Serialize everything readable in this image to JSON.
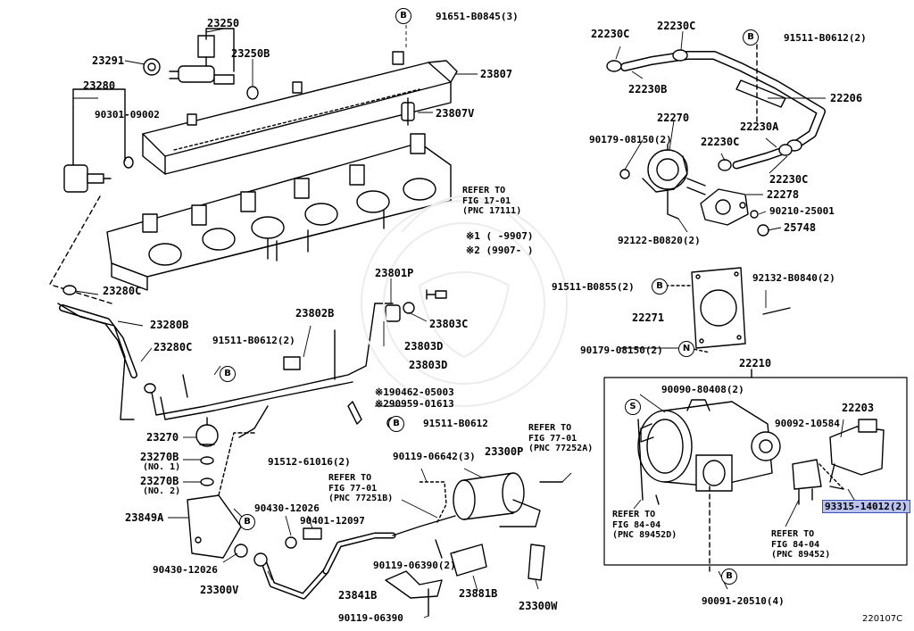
{
  "diagram": {
    "figure_code": "220107C",
    "parts": {
      "p23250": "23250",
      "p23291": "23291",
      "p23250b": "23250B",
      "p23280": "23280",
      "p90301": "90301-09002",
      "p23807": "23807",
      "p23807v": "23807V",
      "p91651": "91651-B0845(3)",
      "p23280c_a": "23280C",
      "p23280b": "23280B",
      "p23280c_b": "23280C",
      "p23801p": "23801P",
      "p23803c": "23803C",
      "p23803d_a": "23803D",
      "p23803d_b": "23803D",
      "p23802b": "23802B",
      "p91511_b0612_2a": "91511-B0612(2)",
      "p23270": "23270",
      "p23270b_1": "23270B",
      "p23270b_2": "23270B",
      "no1": "(NO. 1)",
      "no2": "(NO. 2)",
      "p90462": "90462-05003",
      "p90959": "90959-01613",
      "p91511_b0612": "91511-B0612",
      "p91512": "91512-61016(2)",
      "p23849a": "23849A",
      "p90430_a": "90430-12026",
      "p90401": "90401-12097",
      "p90430_b": "90430-12026",
      "p23300v": "23300V",
      "p90119_06642": "90119-06642(3)",
      "p23300p": "23300P",
      "p90119_06390_2": "90119-06390(2)",
      "p23841b": "23841B",
      "p23881b": "23881B",
      "p23300w": "23300W",
      "p90119_06390": "90119-06390",
      "p22230c_a": "22230C",
      "p22230c_b": "22230C",
      "p91511_b0612_2b": "91511-B0612(2)",
      "p22230b": "22230B",
      "p22206": "22206",
      "p22270": "22270",
      "p90179_08150_2a": "90179-08150(2)",
      "p22230c_c": "22230C",
      "p22230a": "22230A",
      "p22230c_d": "22230C",
      "p22278": "22278",
      "p90210": "90210-25001",
      "p25748": "25748",
      "p92122": "92122-B0820(2)",
      "p91511_b0855": "91511-B0855(2)",
      "p92132": "92132-B0840(2)",
      "p22271": "22271",
      "p90179_08150_2b": "90179-08150(2)",
      "p22210": "22210",
      "p90090": "90090-80408(2)",
      "p22203": "22203",
      "p90092": "90092-10584",
      "p93315": "93315-14012(2)",
      "p90091": "90091-20510(4)"
    },
    "notes": {
      "mark1": "※1",
      "mark2": "※2",
      "range1": "※1 (     -9907)",
      "range2": "※2 (9907-     )"
    },
    "references": {
      "fig17": "REFER TO\nFIG 17-01\n(PNC 17111)",
      "fig77a": "REFER TO\nFIG 77-01\n(PNC 77252A)",
      "fig77b": "REFER TO\nFIG 77-01\n(PNC 77251B)",
      "fig84a": "REFER TO\nFIG 84-04\n(PNC 89452D)",
      "fig84b": "REFER TO\nFIG 84-04\n(PNC 89452)"
    },
    "callouts": {
      "b": "B",
      "s": "S",
      "n": "N"
    },
    "colors": {
      "line": "#000000",
      "highlight": "#b9c3ee",
      "highlight_border": "#3d4fb0"
    }
  }
}
